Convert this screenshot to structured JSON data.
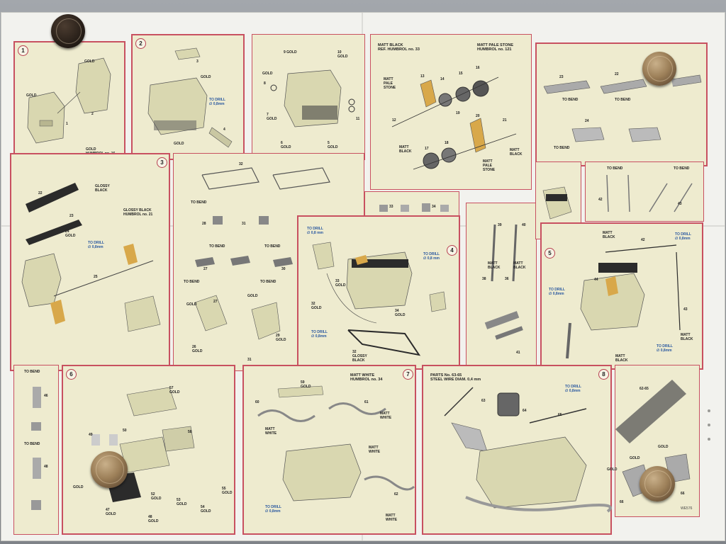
{
  "colors": {
    "sheet": "#f2f2ee",
    "panel": "#eeebcf",
    "border": "#c85060",
    "label": "#222222",
    "drill": "#2a58a0",
    "engine": "#d9d7b0",
    "black": "#2b2b2b",
    "ochre": "#d8a84a"
  },
  "step1": {
    "num": "1",
    "labels": [
      "GOLD",
      "GOLD",
      "1",
      "2",
      "GOLD\nHUMBROL no. 16"
    ]
  },
  "step2": {
    "num": "2",
    "labels": [
      "3",
      "GOLD",
      "TO DRILL\n∅ 0,8mm",
      "4",
      "GOLD"
    ]
  },
  "step_top3": {
    "labels": [
      "9 GOLD",
      "10\nGOLD",
      "GOLD",
      "8",
      "7\nGOLD",
      "6\nGOLD",
      "5\nGOLD",
      "11"
    ]
  },
  "step_paint": {
    "labels": [
      "MATT BLACK\nREF. HUMBROL no. 33",
      "MATT PALE STONE\nHUMBROL no. 121",
      "MATT\nPALE\nSTONE",
      "13",
      "14",
      "15",
      "16",
      "12",
      "19",
      "20",
      "21",
      "17",
      "18",
      "MATT\nBLACK",
      "MATT\nPALE\nSTONE",
      "MATT\nBLACK"
    ]
  },
  "step_tr": {
    "labels": [
      "23",
      "TO BEND",
      "22",
      "TO BEND",
      "24",
      "TO BEND"
    ]
  },
  "step3": {
    "num": "3",
    "labels": [
      "22",
      "GLOSSY\nBLACK",
      "23",
      "GLOSSY BLACK\nHUMBROL no. 21",
      "24\nGOLD",
      "TO DRILL\n∅ 0,8mm",
      "25"
    ]
  },
  "step_mid": {
    "labels": [
      "32",
      "TO BEND",
      "28",
      "31",
      "TO BEND",
      "TO BEND",
      "27",
      "30",
      "TO BEND",
      "TO BEND",
      "GOLD",
      "27",
      "26\nGOLD",
      "29\nGOLD",
      "GOLD",
      "31"
    ]
  },
  "step4": {
    "num": "4",
    "labels": [
      "TO DRILL\n∅ 0,8 mm",
      "TO DRILL\n∅ 0,8 mm",
      "33\nGOLD",
      "34\nGOLD",
      "TO DRILL\n∅ 0,8mm",
      "32\nGOLD",
      "32\nGLOSSY\nBLACK"
    ]
  },
  "step_small": {
    "labels": [
      "33",
      "34"
    ]
  },
  "step_springs": {
    "labels": [
      "39",
      "40",
      "MATT\nBLACK",
      "MATT\nBLACK",
      "38",
      "36",
      "41"
    ]
  },
  "step_rods": {
    "labels": [
      "TO BEND",
      "TO BEND",
      "42",
      "43"
    ]
  },
  "step5": {
    "num": "5",
    "labels": [
      "MATT\nBLACK",
      "42",
      "TO DRILL\n∅ 0,8mm",
      "TO DRILL\n∅ 0,8mm",
      "44",
      "43",
      "MATT\nBLACK",
      "TO DRILL\n∅ 0,8mm",
      "MATT\nBLACK"
    ]
  },
  "step_left": {
    "labels": [
      "TO BEND",
      "46",
      "TO BEND",
      "48"
    ]
  },
  "step6": {
    "num": "6",
    "labels": [
      "57\nGOLD",
      "49",
      "50",
      "58",
      "47\nGOLD",
      "52\nGOLD",
      "48\nGOLD",
      "53\nGOLD",
      "54\nGOLD",
      "55\nGOLD",
      "GOLD"
    ]
  },
  "step7": {
    "num": "7",
    "labels": [
      "MATT WHITE\nHUMBROL no. 34",
      "59\nGOLD",
      "60",
      "61",
      "MATT\nWHITE",
      "MATT\nWHITE",
      "MATT\nWHITE",
      "TO DRILL\n∅ 0,8mm",
      "62",
      "MATT\nWHITE"
    ]
  },
  "step8": {
    "num": "8",
    "labels": [
      "PARTS No. 63-65\nSTEEL WIRE DIAM. 0,4 mm",
      "TO DRILL\n∅ 0,8mm",
      "63",
      "64",
      "65"
    ]
  },
  "step_br": {
    "labels": [
      "62-65",
      "GOLD",
      "GOLD",
      "GOLD",
      "66",
      "66"
    ]
  },
  "footer": {
    "code": "WE576"
  }
}
